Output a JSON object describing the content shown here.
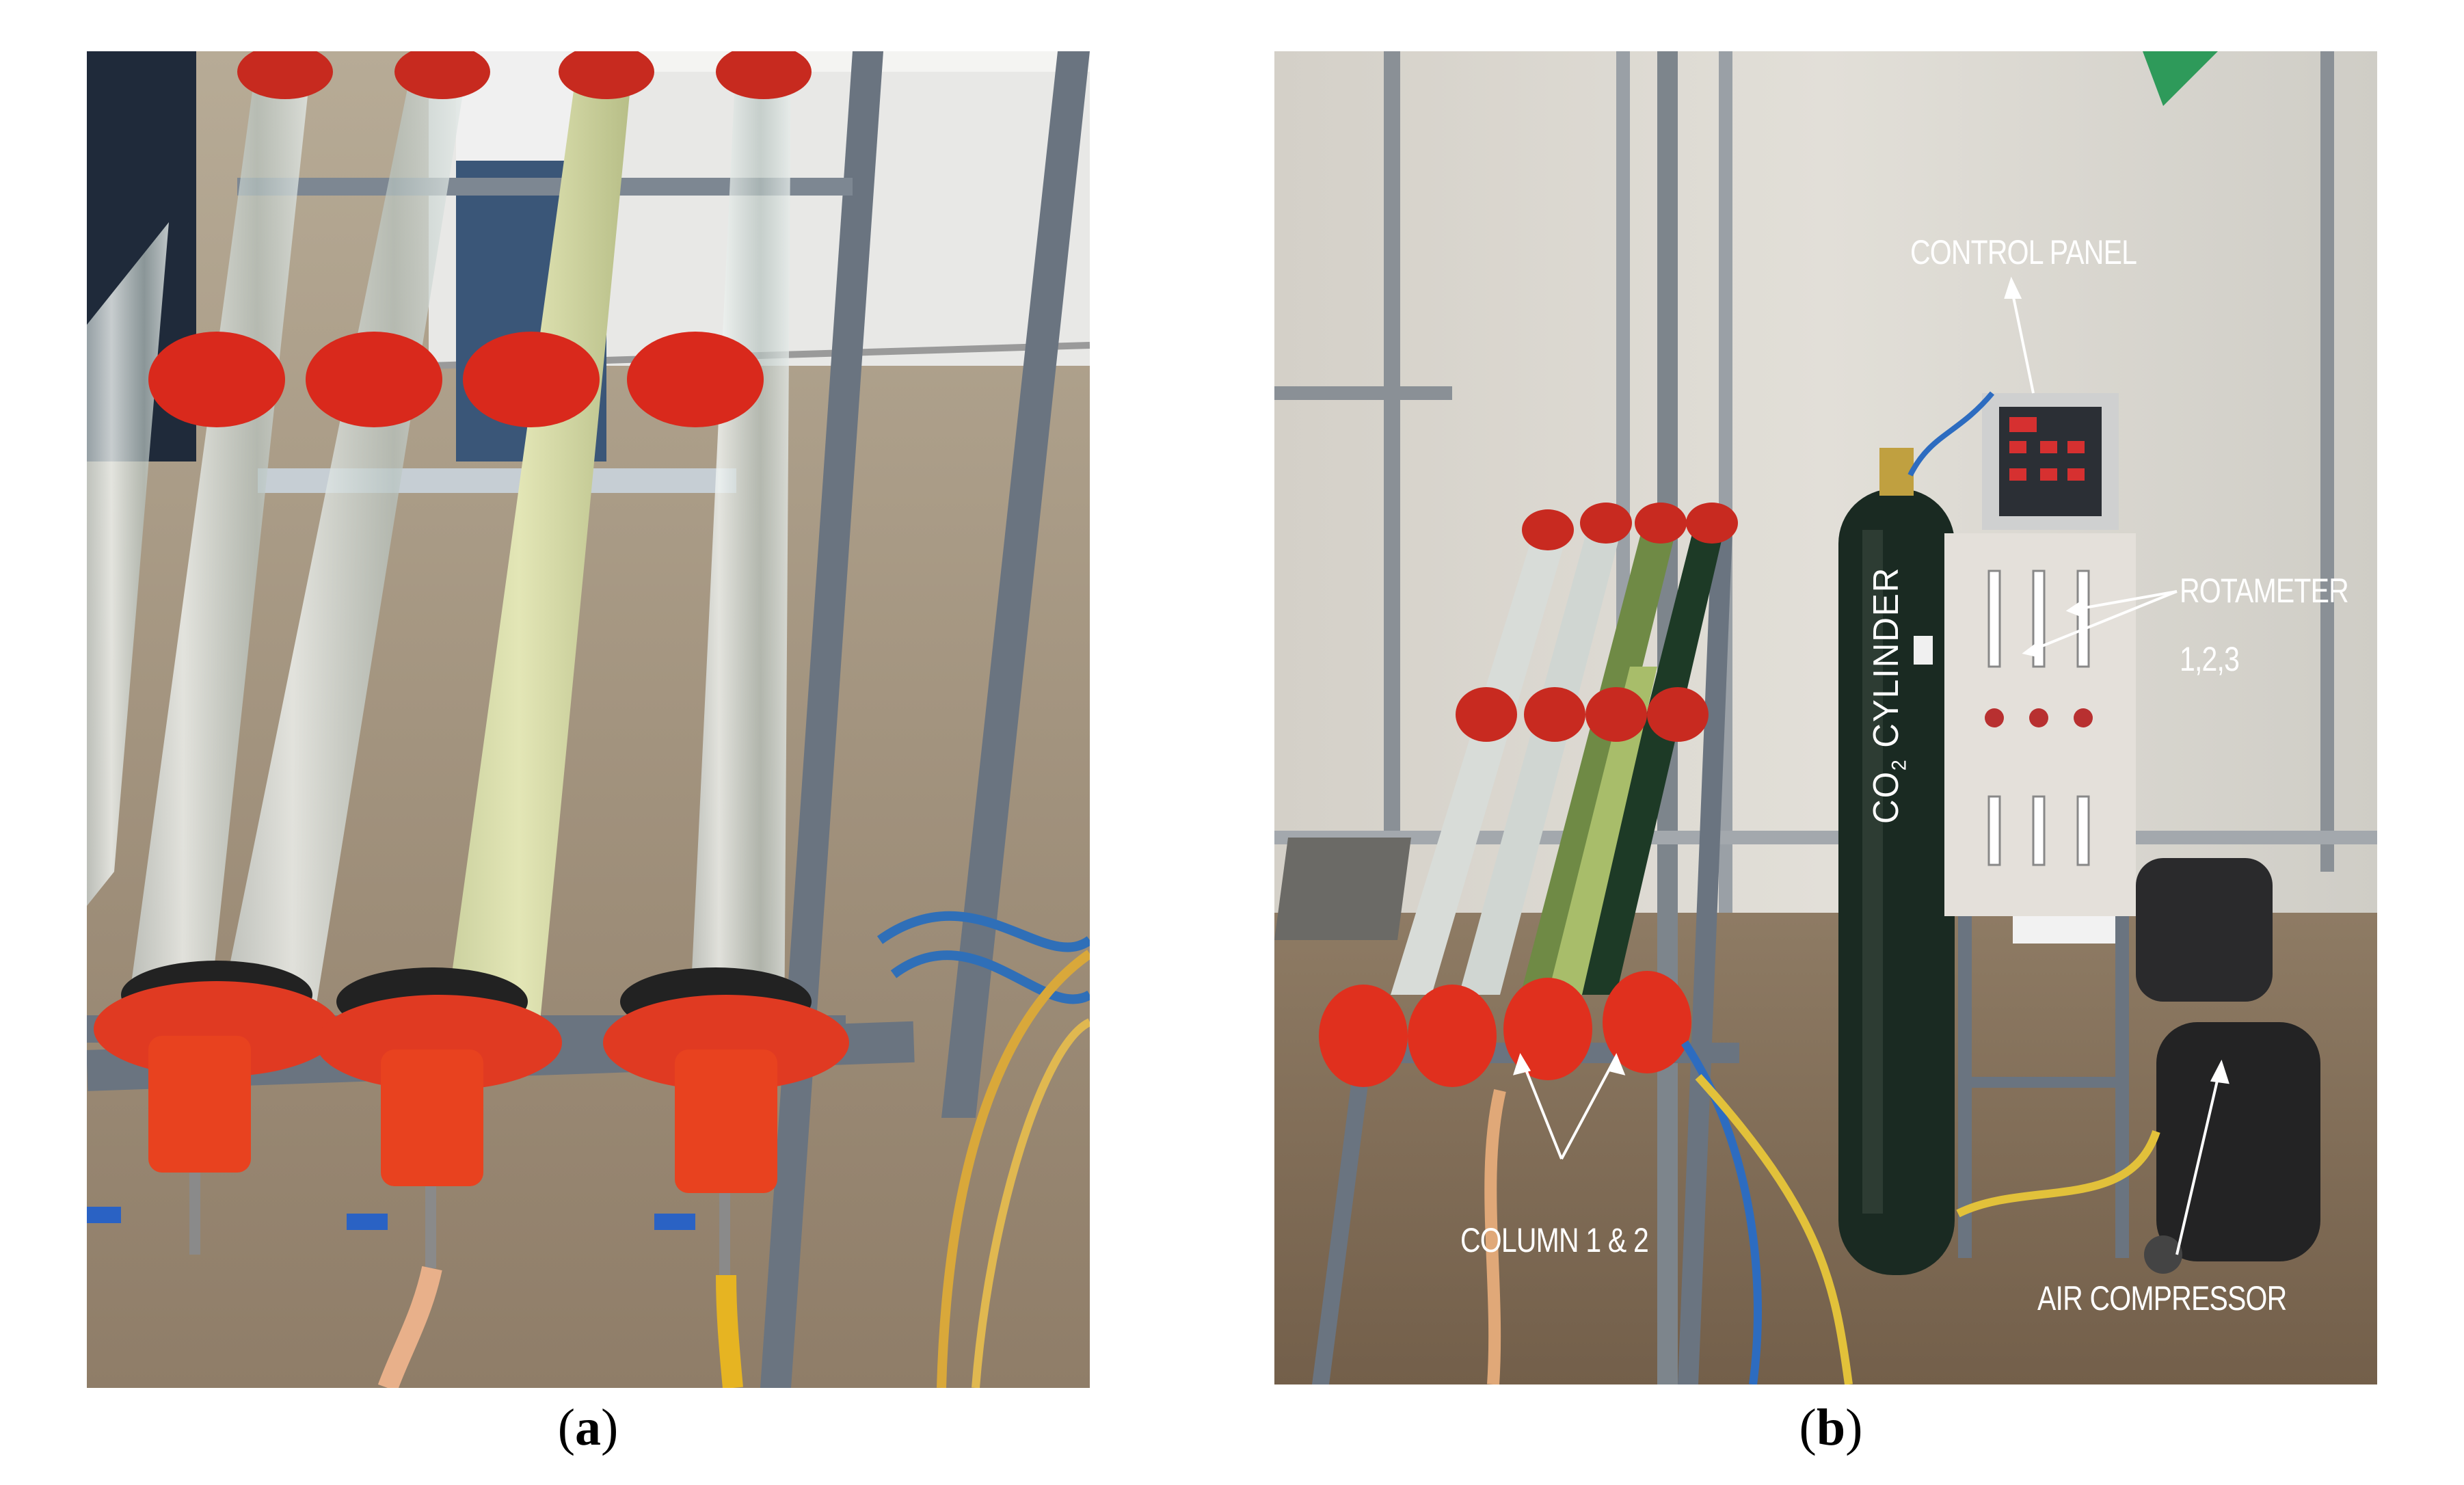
{
  "figure": {
    "panels": [
      {
        "id": "a",
        "caption": "a",
        "annotations": []
      },
      {
        "id": "b",
        "caption": "b",
        "annotations": {
          "control_panel": "CONTROL PANEL",
          "rotameter_line1": "ROTAMETER",
          "rotameter_line2": "1,2,3",
          "co2_prefix": "CO",
          "co2_subscript": "2",
          "co2_suffix": " CYLINDER",
          "columns": "COLUMN 1 & 2",
          "air_compressor": "AIR COMPRESSOR"
        }
      }
    ]
  },
  "colors": {
    "flange_red": "#d9291c",
    "frame_grey": "#6a7480",
    "floor": "#9c8a74",
    "wall": "#d8d8d8"
  }
}
